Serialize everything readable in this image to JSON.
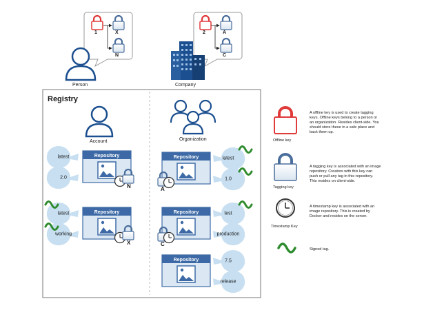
{
  "people": [
    {
      "label": "Person",
      "keys": {
        "offline": "1",
        "a": "X",
        "b": "N"
      }
    },
    {
      "label": "Company",
      "keys": {
        "offline": "2",
        "a": "A",
        "b": "C"
      }
    }
  ],
  "registry": {
    "title": "Registry",
    "account_label": "Account",
    "organization_label": "Organization",
    "repository_label": "Repository",
    "left_repos": [
      {
        "tags": [
          "latest",
          "2.0"
        ],
        "signed": [
          false,
          false
        ],
        "key": "N"
      },
      {
        "tags": [
          "latest",
          "working"
        ],
        "signed": [
          true,
          true
        ],
        "key": "X"
      }
    ],
    "right_repos": [
      {
        "tags": [
          "latest",
          "1.0"
        ],
        "signed": [
          true,
          true
        ],
        "key": "A"
      },
      {
        "tags": [
          "test",
          "production"
        ],
        "signed": [
          true,
          false
        ],
        "key": "C"
      },
      {
        "tags": [
          "7.5",
          "release"
        ],
        "signed": [
          false,
          false
        ],
        "key": ""
      }
    ]
  },
  "legend": [
    {
      "name": "Offline key",
      "text": "A offline key is used to create tagging keys. Offline keys belong to a person or an organization. Resides client-side. You should store these in a safe place and back them up."
    },
    {
      "name": "Tagging key",
      "text": "A tagging key is associated with an image repository. Creators with this key can push or pull any tag in this repository. This resides on client-side."
    },
    {
      "name": "Timestamp Key",
      "text": "A timestamp key is associated with an image repository. This is created by Docker and resides on the server."
    },
    {
      "name": "",
      "text": "Signed tag."
    }
  ],
  "colors": {
    "offline": "#e03a3a",
    "tagging": "#4a6e9c",
    "repo": "#3d6aa6",
    "bubble": "#c7dff1",
    "signed": "#2e8b2e"
  }
}
